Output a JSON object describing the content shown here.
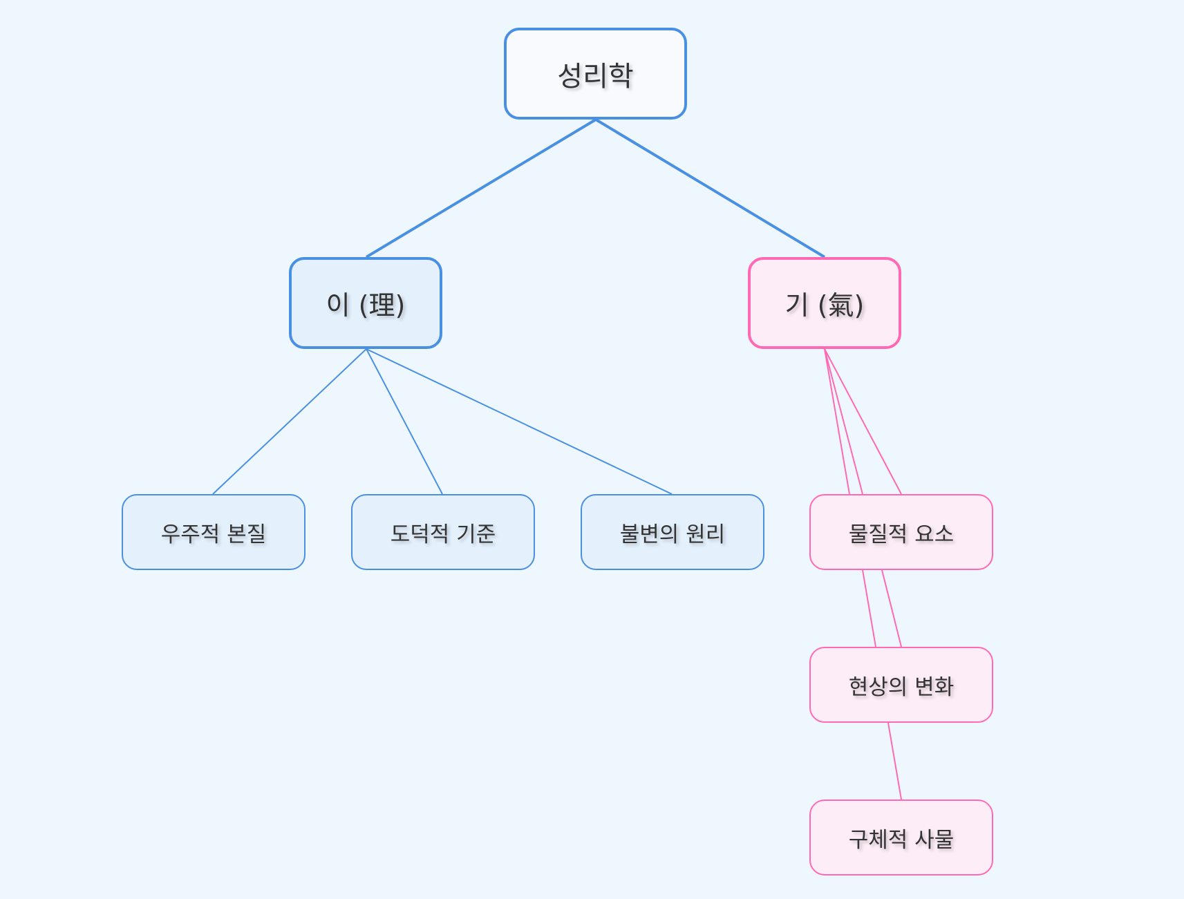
{
  "diagram": {
    "root": {
      "label": "성리학"
    },
    "branches": [
      {
        "label": "이 (理)",
        "children": [
          {
            "label": "우주적 본질"
          },
          {
            "label": "도덕적 기준"
          },
          {
            "label": "불변의 원리"
          }
        ]
      },
      {
        "label": "기 (氣)",
        "children": [
          {
            "label": "물질적 요소"
          },
          {
            "label": "현상의 변화"
          },
          {
            "label": "구체적 사물"
          }
        ]
      }
    ]
  },
  "colors": {
    "background": "#eef7fe",
    "li_stroke": "#4a90e2",
    "li_fill": "#e4f1fd",
    "gi_stroke": "#ff69b4",
    "gi_fill": "#fdedf6",
    "root_fill": "#f8fafe",
    "text": "#333333"
  }
}
